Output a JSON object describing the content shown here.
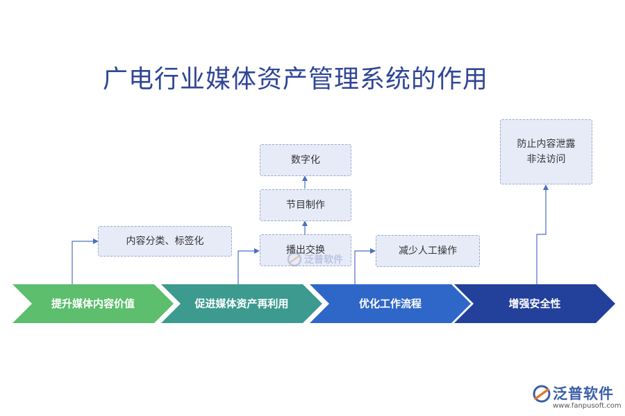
{
  "title": "广电行业媒体资产管理系统的作用",
  "stages": [
    {
      "label": "提升媒体内容价值",
      "color": "#5dbe6e"
    },
    {
      "label": "促进媒体资产再利用",
      "color": "#3d9a8f"
    },
    {
      "label": "优化工作流程",
      "color": "#2f67c8"
    },
    {
      "label": "增强安全性",
      "color": "#23419a"
    }
  ],
  "boxes": {
    "content_classify": "内容分类、标签化",
    "broadcast_exchange": "播出交换",
    "program_production": "节目制作",
    "digitization": "数字化",
    "reduce_manual": "减少人工操作",
    "prevent_leak_line1": "防止内容泄露",
    "prevent_leak_line2": "非法访问"
  },
  "watermark": "泛普软件",
  "logo": {
    "name": "泛普软件",
    "url": "www.fanpusoft.com"
  },
  "colors": {
    "title": "#2f4596",
    "box_bg": "#e7ebf8",
    "box_border": "#9aa7cf",
    "connector": "#4a6fc2"
  }
}
